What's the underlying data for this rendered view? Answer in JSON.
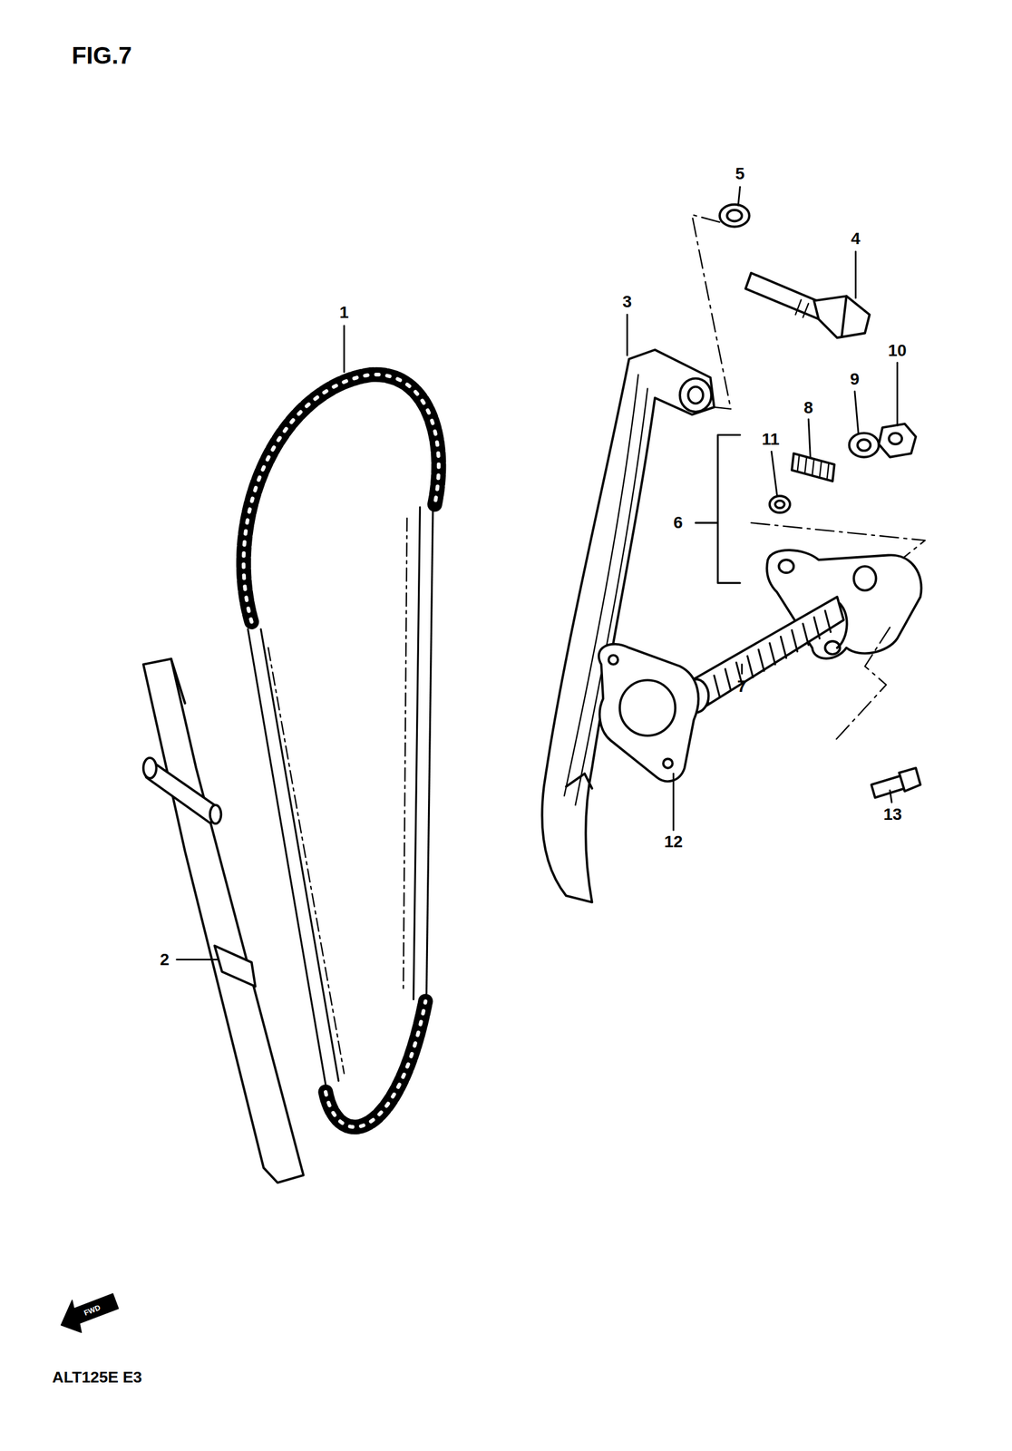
{
  "diagram": {
    "title": "FIG.7",
    "labels": [
      "1",
      "2",
      "3",
      "4",
      "5",
      "6",
      "7",
      "8",
      "9",
      "10",
      "11",
      "12",
      "13",
      "FWD",
      "ALT125E E3"
    ]
  }
}
